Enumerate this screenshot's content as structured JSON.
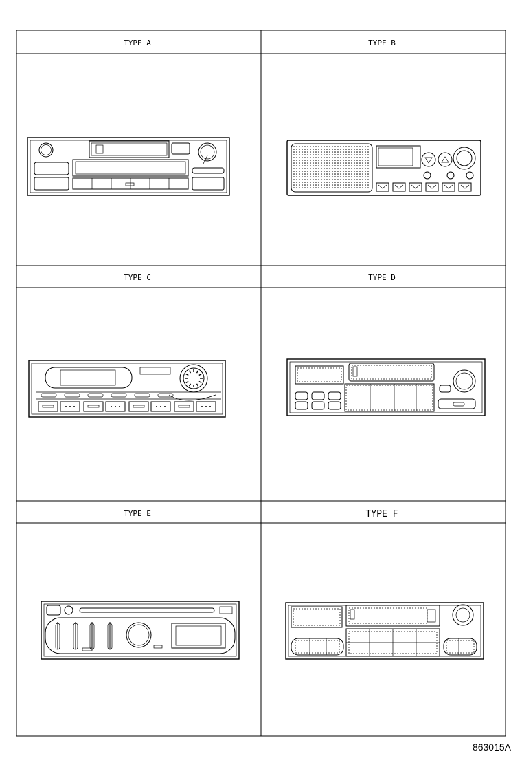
{
  "panels": [
    {
      "id": "A",
      "label": "TYPE  A"
    },
    {
      "id": "B",
      "label": "TYPE  B"
    },
    {
      "id": "C",
      "label": "TYPE  C"
    },
    {
      "id": "D",
      "label": "TYPE  D"
    },
    {
      "id": "E",
      "label": "TYPE  E"
    },
    {
      "id": "F",
      "label": "TYPE F"
    }
  ],
  "figure_code": "863015A"
}
